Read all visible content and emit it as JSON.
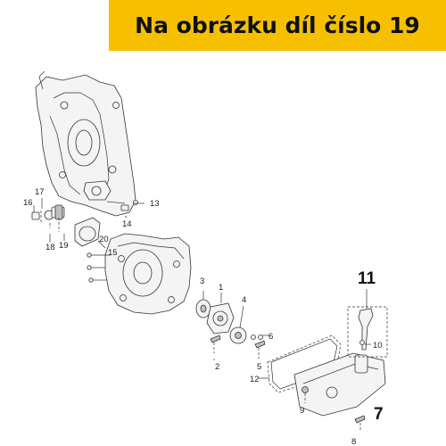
{
  "banner": {
    "text": "Na obrázku díl číslo 19"
  },
  "labels": {
    "p1": "1",
    "p2": "2",
    "p3": "3",
    "p4": "4",
    "p5": "5",
    "p6": "6",
    "p7": "7",
    "p8": "8",
    "p9": "9",
    "p10": "10",
    "p11": "11",
    "p12": "12",
    "p13": "13",
    "p14": "14",
    "p15": "15",
    "p16": "16",
    "p17": "17",
    "p18": "18",
    "p19": "19",
    "p20": "20"
  },
  "colors": {
    "banner": "#f6c000",
    "line": "#333333",
    "part_fill": "#f4f4f4"
  }
}
